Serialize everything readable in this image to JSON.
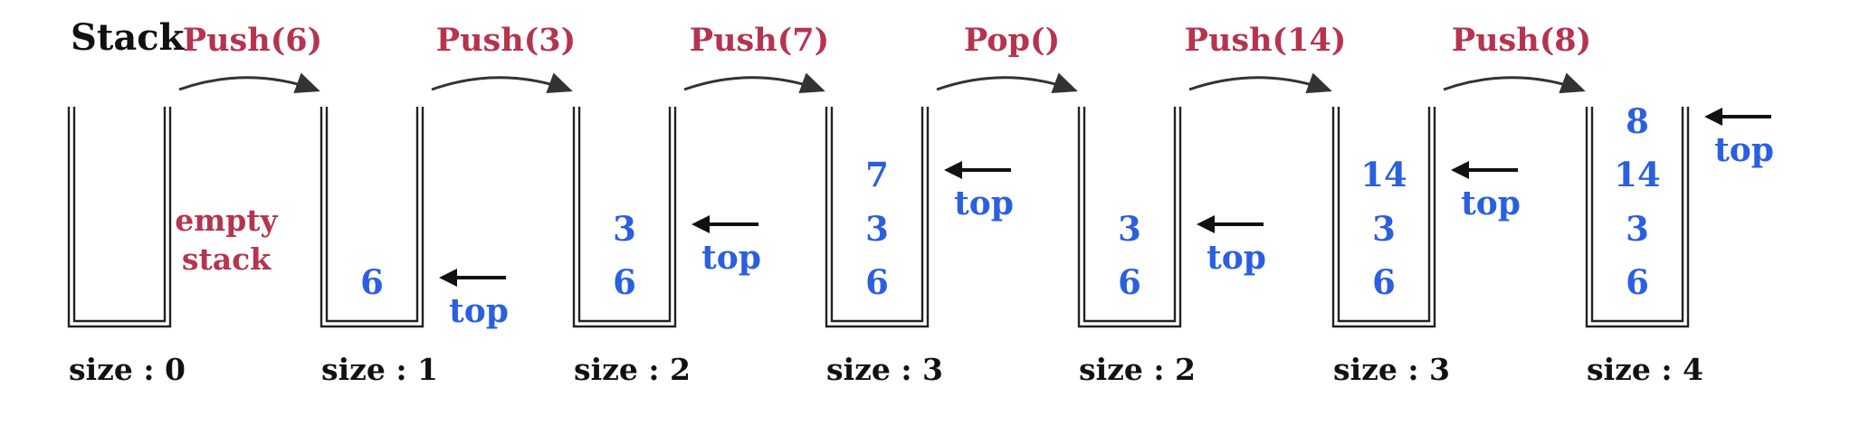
{
  "title": "Stack",
  "empty_note": [
    "empty",
    "stack"
  ],
  "operations": [
    "Push(6)",
    "Push(3)",
    "Push(7)",
    "Pop()",
    "Push(14)",
    "Push(8)"
  ],
  "stacks": [
    {
      "values": [],
      "size_label": "size : 0"
    },
    {
      "values": [
        "6"
      ],
      "size_label": "size : 1"
    },
    {
      "values": [
        "6",
        "3"
      ],
      "size_label": "size : 2"
    },
    {
      "values": [
        "6",
        "3",
        "7"
      ],
      "size_label": "size : 3"
    },
    {
      "values": [
        "6",
        "3"
      ],
      "size_label": "size : 2"
    },
    {
      "values": [
        "6",
        "3",
        "14"
      ],
      "size_label": "size : 3"
    },
    {
      "values": [
        "6",
        "3",
        "14",
        "8"
      ],
      "size_label": "size : 4"
    }
  ],
  "top_label": "top",
  "colors": {
    "operation": "#b5344e",
    "value": "#2a5fe0",
    "ink": "#111111"
  }
}
